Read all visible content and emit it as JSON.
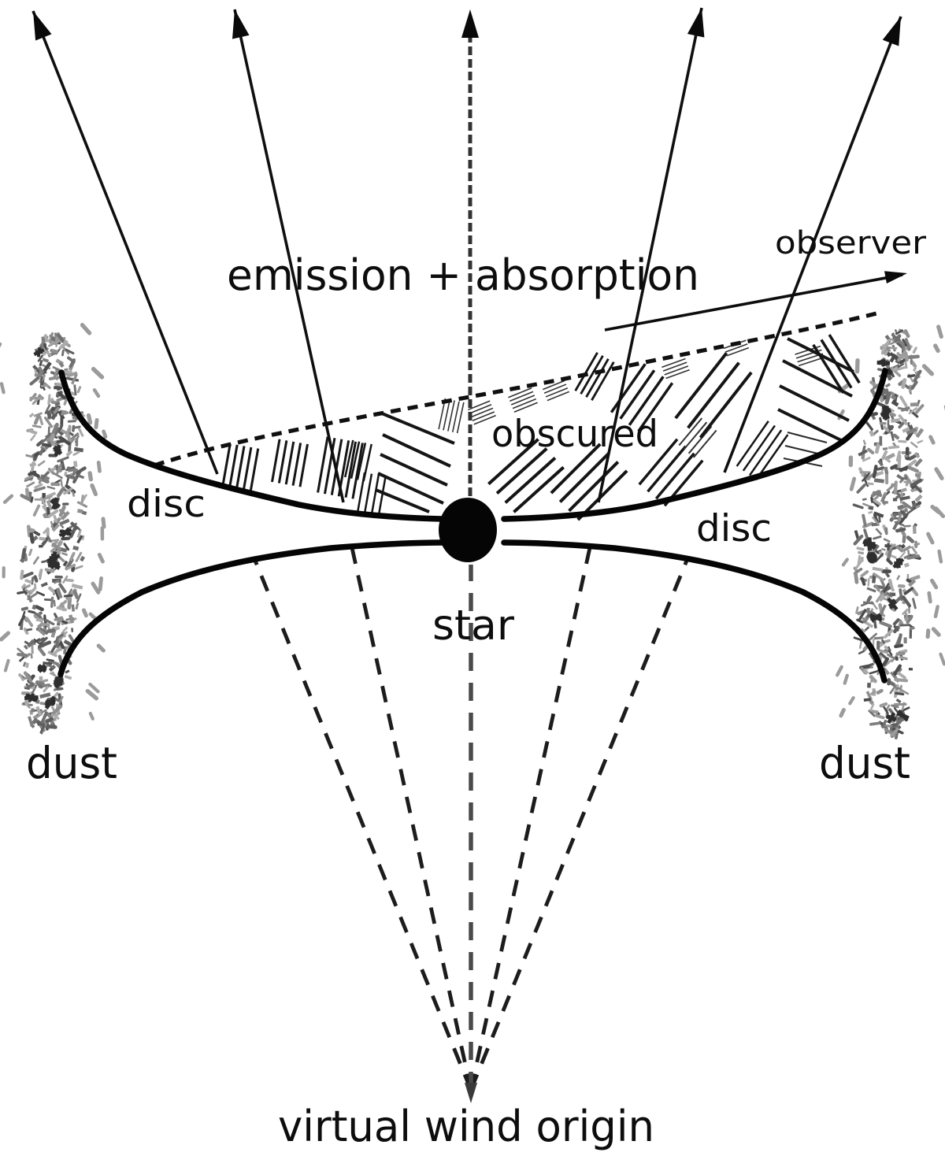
{
  "figure": {
    "background_color": "#ffffff",
    "ink_color": "#0d0d0d",
    "center_line_gray": "#4a4a4a",
    "dust_gray": "#8a8a8a",
    "labels": {
      "emission_absorption": "emission + absorption",
      "observer": "observer",
      "obscured": "obscured",
      "disc_left": "disc",
      "disc_right": "disc",
      "star": "star",
      "dust_left": "dust",
      "dust_right": "dust",
      "virtual_wind_origin": "virtual wind origin"
    },
    "elements": {
      "wind_streamline_count": 5,
      "dust_band_count": 2,
      "disc_side_count": 2
    }
  }
}
